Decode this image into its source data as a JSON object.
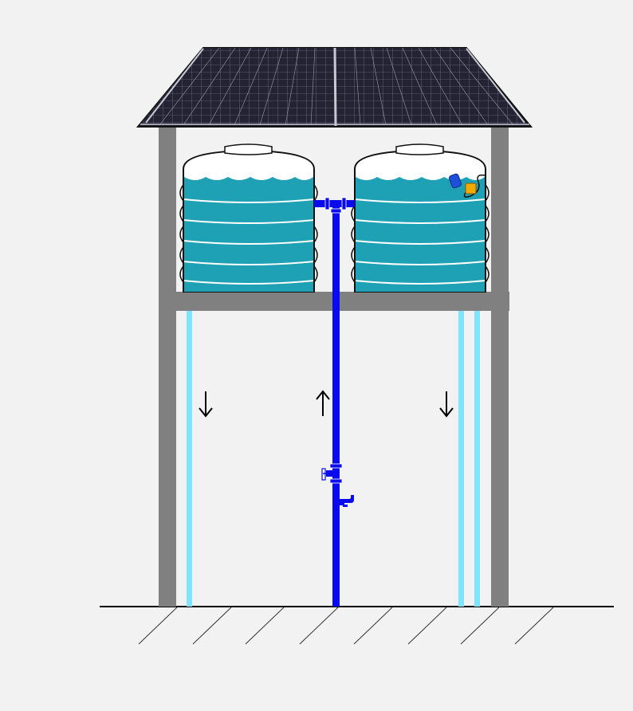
{
  "diagram": {
    "colors": {
      "background": "#f2f2f2",
      "frame": "#808080",
      "tank_water": "#1fa1b5",
      "tank_body": "#ffffff",
      "supply_pipe": "#0a0aee",
      "downpipe": "#7fe4ff",
      "solar_cell": "#232333",
      "ground_line": "#000000"
    },
    "components": {
      "solar_panel": "solar-panel",
      "tanks": [
        "water-tank-left",
        "water-tank-right"
      ],
      "float_switch": "float-switch-icon",
      "valve": "gate-valve-icon",
      "tap": "tap-icon"
    },
    "flow_arrows": [
      {
        "name": "down-arrow-left",
        "direction": "down"
      },
      {
        "name": "up-arrow-supply",
        "direction": "up"
      },
      {
        "name": "down-arrow-right",
        "direction": "down"
      }
    ]
  }
}
